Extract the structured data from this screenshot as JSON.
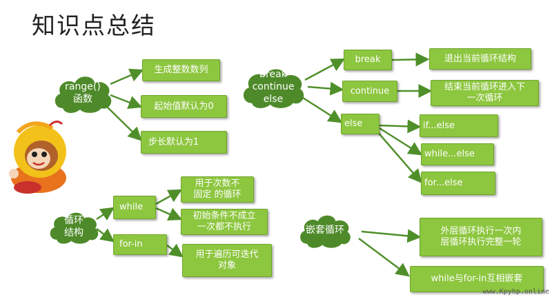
{
  "title": "知识点总结",
  "colors": {
    "node_fill": "#8dc63f",
    "cloud_fill": "#4e8a2a",
    "line": "#4f8f2a"
  },
  "nodes": {
    "range": {
      "label": "range()\n函数"
    },
    "range_int": {
      "label": "生成整数数列"
    },
    "range_start": {
      "label": "起始值默认为0"
    },
    "range_step": {
      "label": "步长默认为1"
    },
    "bce": {
      "label": "break\ncontinue\nelse"
    },
    "break": {
      "label": "break"
    },
    "break_desc": {
      "label": "退出当前循环结构"
    },
    "continue": {
      "label": "continue"
    },
    "continue_desc": {
      "label": "结束当前循环进入下\n一次循环"
    },
    "else": {
      "label": "else"
    },
    "if_else": {
      "label": "if...else"
    },
    "while_else": {
      "label": "while...else"
    },
    "for_else": {
      "label": "for...else"
    },
    "loop": {
      "label": "循环\n结构"
    },
    "while": {
      "label": "while"
    },
    "while_desc1": {
      "label": "用于次数不\n固定 的循环"
    },
    "while_desc2": {
      "label": "初始条件不成立\n一次都不执行"
    },
    "forin": {
      "label": "for-in"
    },
    "forin_desc": {
      "label": "用于遍历可迭代\n对象"
    },
    "nested": {
      "label": "嵌套循环"
    },
    "nested_desc": {
      "label": "外层循环执行一次内\n层循环执行完整一轮"
    },
    "nested_mix": {
      "label": "while与for-in互相嵌套"
    }
  },
  "icons": {
    "mascot": "monkey-king-mascot-icon"
  },
  "watermark": "www.Kpyhp.online"
}
